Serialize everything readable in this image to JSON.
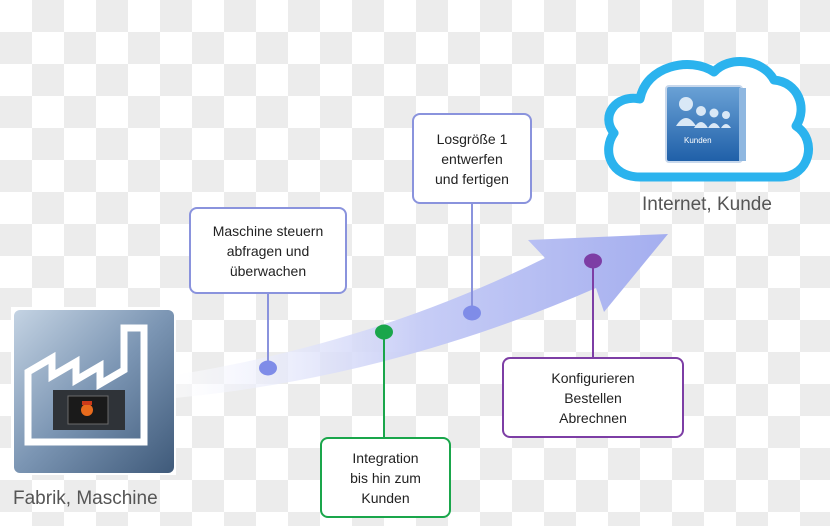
{
  "labels": {
    "factory_caption": "Fabrik, Maschine",
    "cloud_caption": "Internet, Kunde",
    "cloud_app_label": "Kunden"
  },
  "steps": {
    "maschine": "Maschine steuern\nabfragen und\nüberwachen",
    "losgroesse": "Losgröße 1\nentwerfen\nund fertigen",
    "integration": "Integration\nbis hin zum\nKunden",
    "konfigurieren": "Konfigurieren\nBestellen\nAbrechnen"
  },
  "colors": {
    "arrow": "#aab3f0",
    "blue_marker": "#7f8ce8",
    "green_marker": "#1aa64b",
    "purple_marker": "#7d3ea5",
    "cloud": "#2bb3ee"
  },
  "icons": {
    "factory": "factory-icon",
    "cloud": "cloud-icon",
    "users": "users-icon"
  }
}
